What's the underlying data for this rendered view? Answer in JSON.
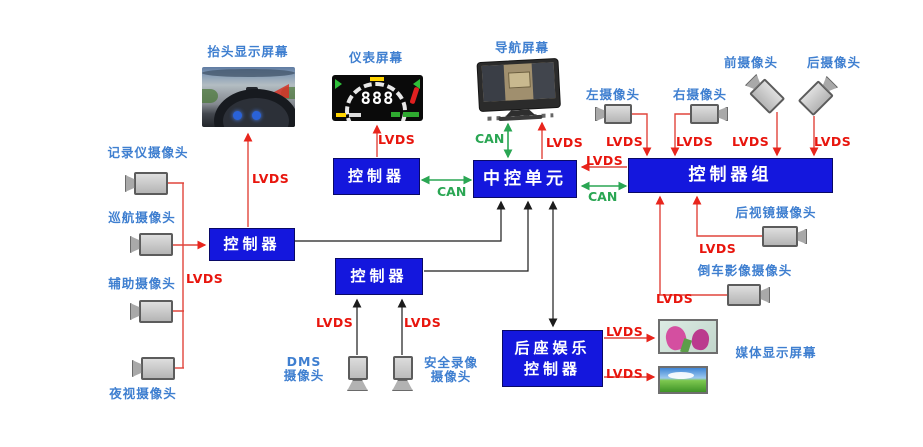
{
  "bus": {
    "lvds": "LVDS",
    "can": "CAN"
  },
  "screens": {
    "hud": {
      "label": "抬头显示屏幕"
    },
    "instrument": {
      "label": "仪表屏幕",
      "display_value": "888"
    },
    "navigation": {
      "label": "导航屏幕"
    },
    "media": {
      "label": "媒体显示屏幕"
    }
  },
  "boxes": {
    "hud_controller": {
      "label": "控制器"
    },
    "instrument_controller": {
      "label": "控制器"
    },
    "dms_controller": {
      "label": "控制器"
    },
    "central_unit": {
      "label": "中控单元"
    },
    "controller_group": {
      "label": "控制器组"
    },
    "rear_entertainment": {
      "line1": "后座娱乐",
      "line2": "控制器"
    }
  },
  "cameras": {
    "recorder": {
      "label": "记录仪摄像头"
    },
    "cruise": {
      "label": "巡航摄像头"
    },
    "assist": {
      "label": "辅助摄像头"
    },
    "night_vision": {
      "label": "夜视摄像头"
    },
    "left": {
      "label": "左摄像头"
    },
    "right": {
      "label": "右摄像头"
    },
    "front": {
      "label": "前摄像头"
    },
    "rear": {
      "label": "后摄像头"
    },
    "mirror": {
      "label": "后视镜摄像头"
    },
    "reverse": {
      "label": "倒车影像摄像头"
    },
    "dms": {
      "line1": "DMS",
      "line2": "摄像头"
    },
    "security": {
      "line1": "安全录像",
      "line2": "摄像头"
    }
  },
  "colors": {
    "box_blue": "#1417dd",
    "label_blue": "#3f7fd0",
    "lvds_red": "#e8150d",
    "can_green": "#2aa653",
    "line_red": "#e0453c",
    "line_black": "#1c1c1c"
  }
}
